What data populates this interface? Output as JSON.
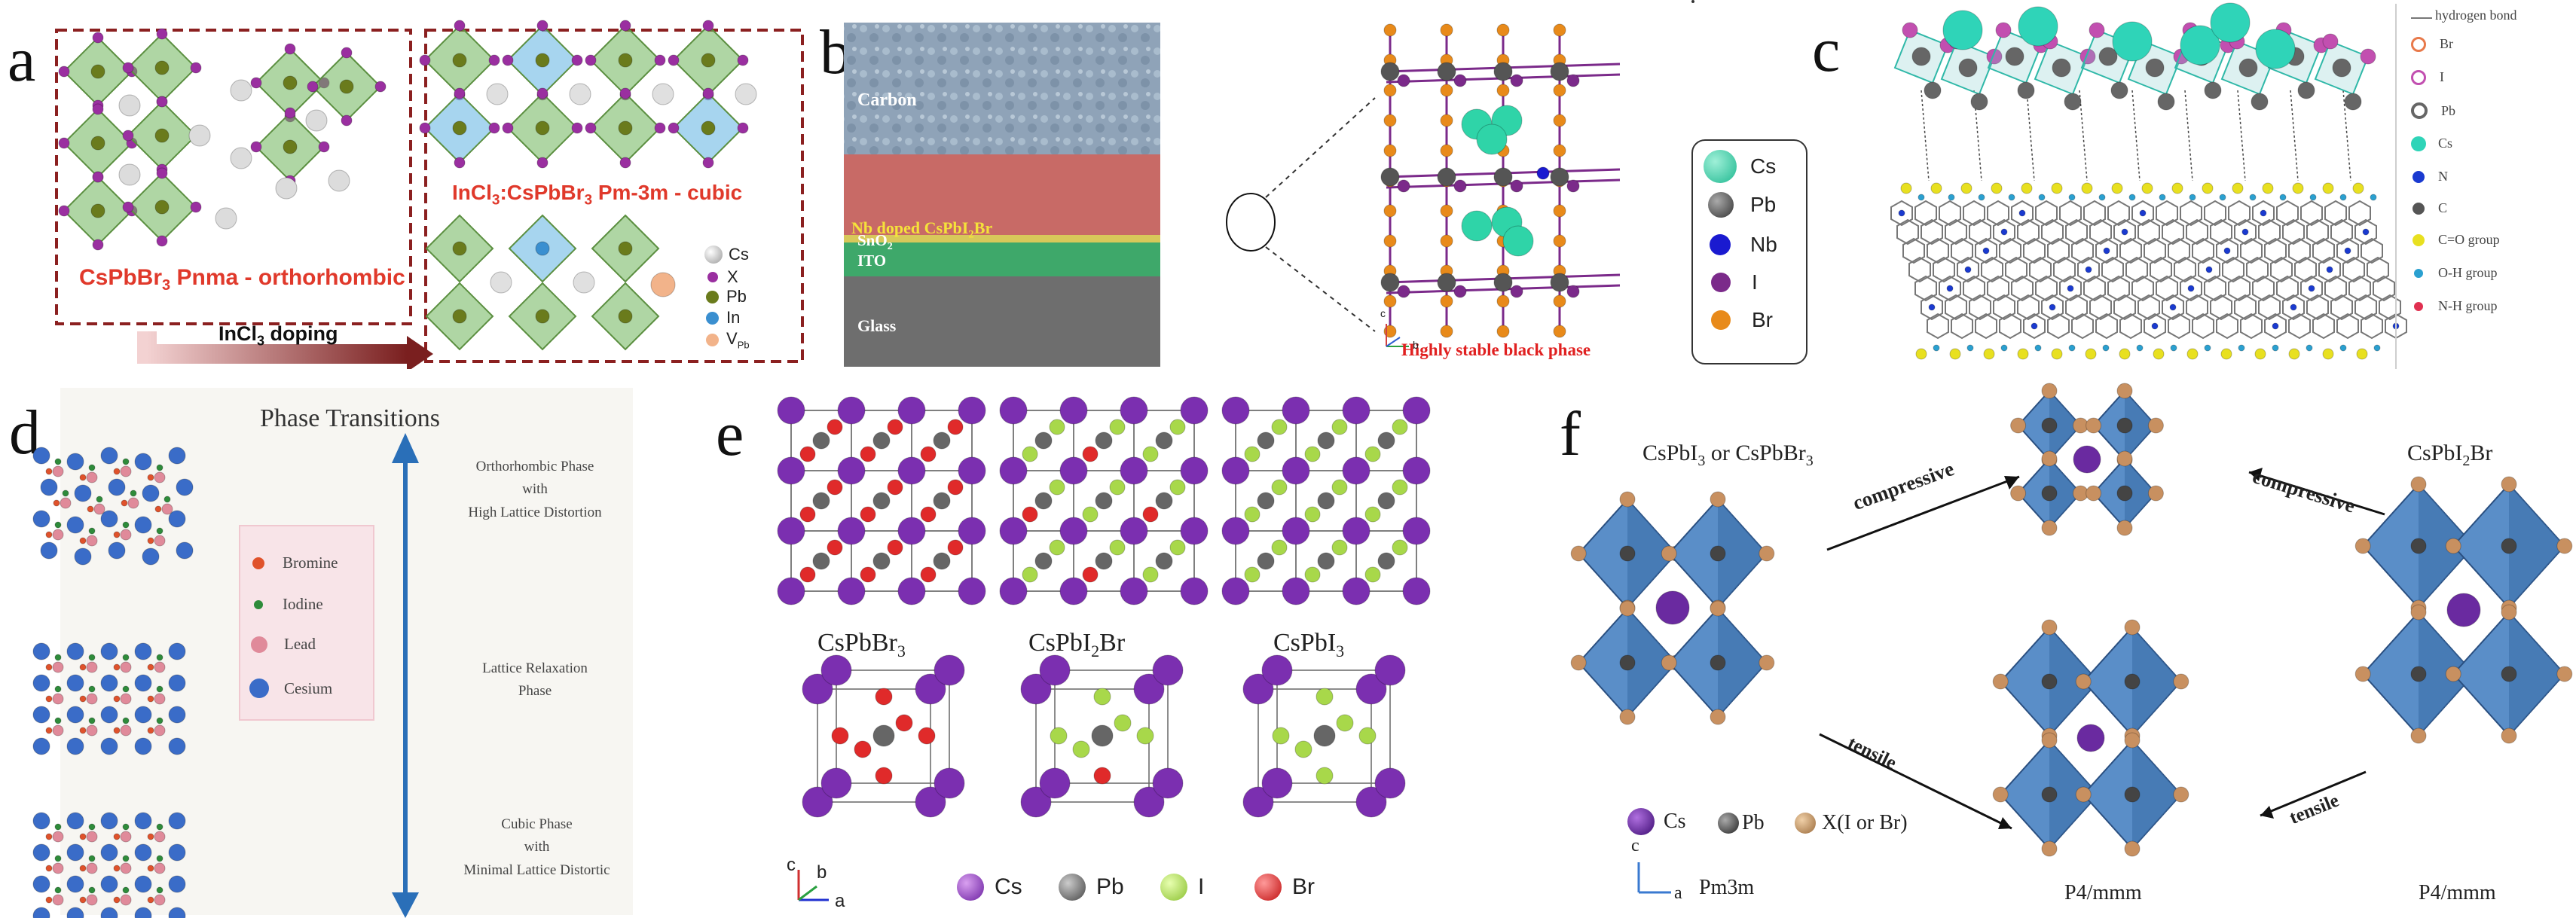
{
  "panels": {
    "a": {
      "letter": "a",
      "left_caption_formula": "CsPbBr",
      "left_caption_sub": "3",
      "left_caption_rest": " Pnma - orthorhombic",
      "right_caption_formula": "InCl",
      "right_caption_sub": "3",
      "right_caption_rest": ":CsPbBr",
      "right_caption_sub2": "3",
      "right_caption_rest2": " Pm-3m - cubic",
      "arrow_label_pre": "InCl",
      "arrow_label_sub": "3",
      "arrow_label_post": " doping",
      "legend": [
        "Cs",
        "X",
        "Pb",
        "In",
        "V"
      ],
      "legend_vpb_sub": "Pb",
      "colors": {
        "Cs": "#e8e8e8",
        "X": "#9a2fa0",
        "Pb": "#6a7b1c",
        "In": "#3a8fd0",
        "V": "#f2b38a",
        "frame": "#8b2020",
        "caption": "#e0392b"
      }
    },
    "b": {
      "letter": "b",
      "layers": [
        "Carbon",
        "Glass"
      ],
      "nb_layer_pre": "Nb doped CsPbI",
      "nb_layer_sub": "2",
      "nb_layer_post": "Br",
      "sno2_pre": "SnO",
      "sno2_sub": "2",
      "ito": "ITO",
      "caption": "Highly stable black phase",
      "legend": [
        "Cs",
        "Pb",
        "Nb",
        "I",
        "Br"
      ],
      "axes": [
        "c",
        "b"
      ],
      "colors": {
        "Cs": "#2fd4a8",
        "Pb": "#555555",
        "Nb": "#1a1ad0",
        "I": "#7b2a8a",
        "Br": "#e88a1a"
      }
    },
    "c": {
      "letter": "c",
      "legend": [
        "hydrogen bond",
        "Br",
        "I",
        "Pb",
        "Cs",
        "N",
        "C",
        "C=O group",
        "O-H group",
        "N-H group"
      ],
      "colors": {
        "Br": "#e8794a",
        "I": "#c24fb0",
        "Pb": "#666666",
        "Cs": "#2fd4b8",
        "N": "#1a3ad0",
        "C": "#555555",
        "C=O group": "#e8e020",
        "O-H group": "#2aa0d0",
        "N-H group": "#e03050"
      }
    },
    "d": {
      "letter": "d",
      "title": "Phase Transitions",
      "legend": [
        "Bromine",
        "Iodine",
        "Lead",
        "Cesium"
      ],
      "phases": [
        {
          "line1": "Orthorhombic Phase",
          "line2": "with",
          "line3": "High Lattice Distortion"
        },
        {
          "line1": "Lattice Relaxation",
          "line2": "Phase",
          "line3": ""
        },
        {
          "line1": "Cubic Phase",
          "line2": "with",
          "line3": "Minimal Lattice Distortic"
        }
      ],
      "colors": {
        "Bromine": "#e0522b",
        "Iodine": "#2e8b3a",
        "Lead": "#e08a9a",
        "Cesium": "#3a6cc8",
        "arrow": "#2a6fb8"
      }
    },
    "e": {
      "letter": "e",
      "structures": [
        {
          "pre": "CsPbBr",
          "sub": "3",
          "post": ""
        },
        {
          "pre": "CsPbI",
          "sub": "2",
          "post": "Br"
        },
        {
          "pre": "CsPbI",
          "sub": "3",
          "post": ""
        }
      ],
      "legend": [
        "Cs",
        "Pb",
        "I",
        "Br"
      ],
      "axes": [
        "c",
        "b",
        "a"
      ],
      "colors": {
        "Cs": "#7b2fb0",
        "Pb": "#666666",
        "I": "#a8d84a",
        "Br": "#e02a2a"
      }
    },
    "f": {
      "letter": "f",
      "left_title_pre": "CsPbI",
      "left_title_sub": "3",
      "left_title_mid": " or CsPbBr",
      "left_title_sub2": "3",
      "right_title_pre": "CsPbI",
      "right_title_sub": "2",
      "right_title_post": "Br",
      "arrow_labels": [
        "compressive",
        "compressive",
        "tensile",
        "tensile"
      ],
      "space_groups": [
        "Pm3m",
        "P4/mmm",
        "P4/mmm"
      ],
      "legend": [
        "Cs",
        "Pb",
        "X(I or Br)"
      ],
      "axes": [
        "c",
        "a"
      ],
      "colors": {
        "Cs": "#6a2aa0",
        "Pb": "#444444",
        "X": "#c89060",
        "octa": "#5a8ec8"
      }
    }
  }
}
